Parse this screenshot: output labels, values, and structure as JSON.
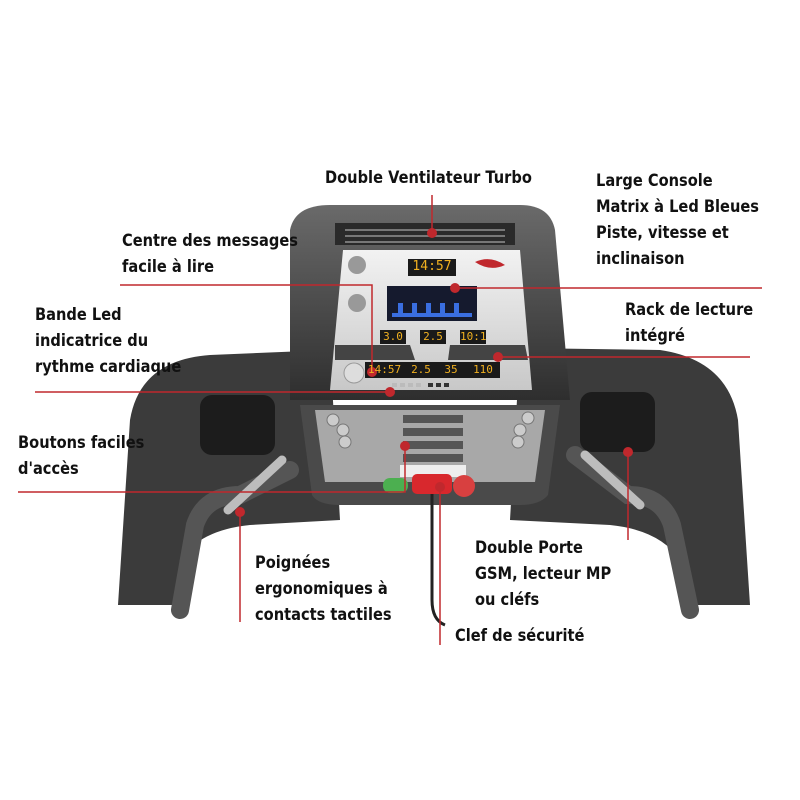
{
  "labels": {
    "fan": [
      "Double Ventilateur Turbo"
    ],
    "console": [
      "Large Console",
      "Matrix à Led Bleues",
      "Piste, vitesse et",
      "inclinaison"
    ],
    "messages": [
      "Centre des messages",
      "facile à lire"
    ],
    "rack": [
      "Rack de lecture",
      "intégré"
    ],
    "led_band": [
      "Bande Led",
      "indicatrice du",
      "rythme cardiaque"
    ],
    "buttons": [
      "Boutons faciles",
      "d'accès"
    ],
    "handles": [
      "Poignées",
      "ergonomiques à",
      "contacts tactiles"
    ],
    "gsm": [
      "Double Porte",
      "GSM, lecteur MP",
      "ou cléfs"
    ],
    "key": [
      "Clef de sécurité"
    ]
  },
  "display": {
    "top_time": "14:57",
    "incline": "3.0",
    "speed": "2.5",
    "program": "10:1",
    "row": [
      "14:57",
      "2.5",
      "35",
      "110"
    ]
  },
  "colors": {
    "accent": "#c0282d",
    "led": "#f0b020",
    "matrix": "#3a6ee0"
  }
}
